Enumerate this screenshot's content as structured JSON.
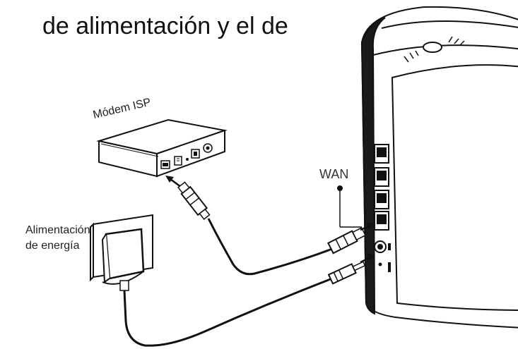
{
  "heading": "de alimentación y el de",
  "labels": {
    "modem": "Módem ISP",
    "wan": "WAN",
    "power_line1": "Alimentación",
    "power_line2": "de energía"
  }
}
